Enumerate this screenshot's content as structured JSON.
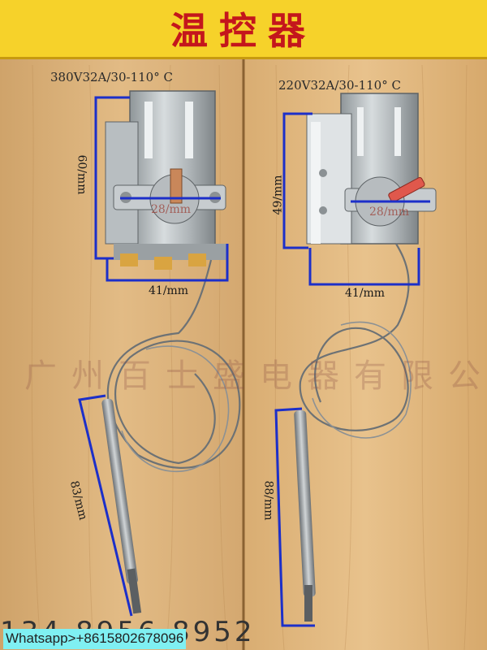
{
  "banner": {
    "title": "温控器"
  },
  "left_unit": {
    "spec": "380V32A/30-110° C",
    "height_dim": "60/mm",
    "width_dim": "41/mm",
    "dial_dim": "28/mm",
    "probe_dim": "83/mm"
  },
  "right_unit": {
    "spec": "220V32A/30-110° C",
    "height_dim": "49/mm",
    "width_dim": "41/mm",
    "dial_dim": "28/mm",
    "probe_dim": "88/mm"
  },
  "watermark": "广州百士盛电器有限公司",
  "phone": "134-8956-8952",
  "whatsapp": "Whatsapp>+8615802678096",
  "colors": {
    "banner": "#f6d22a",
    "banner_text": "#c4161c",
    "wood": "#d9b077",
    "dim_line": "#1c2fc9",
    "knob": "#c85a2a"
  }
}
